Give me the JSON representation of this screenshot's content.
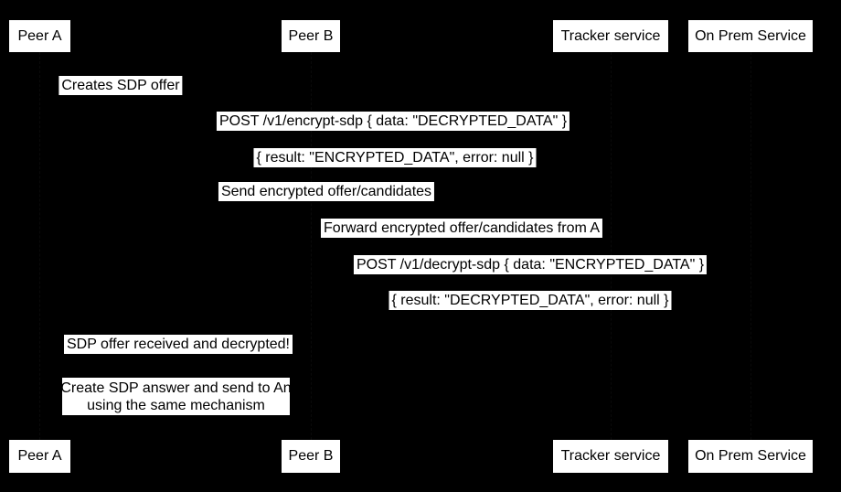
{
  "colors": {
    "background": "#000000",
    "box_fill": "#ffffff",
    "box_text": "#000000"
  },
  "actors": [
    {
      "id": "peer-a",
      "label": "Peer A"
    },
    {
      "id": "peer-b",
      "label": "Peer B"
    },
    {
      "id": "tracker-service",
      "label": "Tracker service"
    },
    {
      "id": "on-prem-service",
      "label": "On Prem Service"
    }
  ],
  "messages": [
    {
      "from": "peer-a",
      "to": "peer-a",
      "label": "Creates SDP offer"
    },
    {
      "from": "peer-a",
      "to": "on-prem-service",
      "label": "POST /v1/encrypt-sdp { data: \"DECRYPTED_DATA\" }"
    },
    {
      "from": "on-prem-service",
      "to": "peer-a",
      "label": "{ result: \"ENCRYPTED_DATA\", error: null }"
    },
    {
      "from": "peer-a",
      "to": "tracker-service",
      "label": "Send encrypted offer/candidates"
    },
    {
      "from": "tracker-service",
      "to": "peer-b",
      "label": "Forward encrypted offer/candidates from A"
    },
    {
      "from": "peer-b",
      "to": "on-prem-service",
      "label": "POST /v1/decrypt-sdp { data: \"ENCRYPTED_DATA\" }"
    },
    {
      "from": "on-prem-service",
      "to": "peer-b",
      "label": "{ result: \"DECRYPTED_DATA\", error: null }"
    },
    {
      "from": "peer-b",
      "to": "peer-a",
      "label": "SDP offer received and decrypted!"
    }
  ],
  "note": {
    "line1": "Create SDP answer and send to An",
    "line2": "using the same mechanism"
  }
}
